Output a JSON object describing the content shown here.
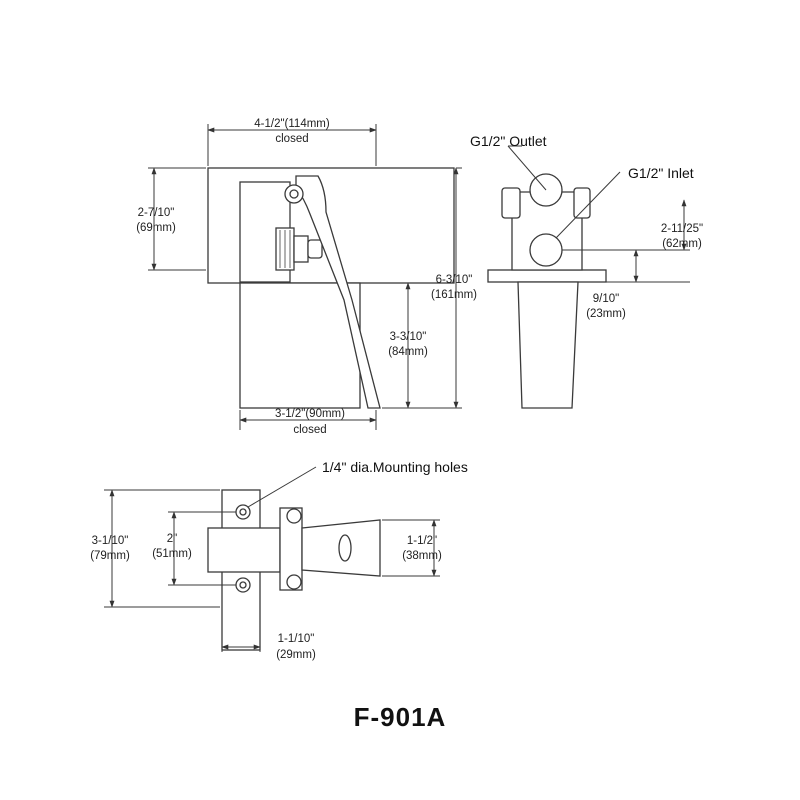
{
  "model": "F-901A",
  "callouts": {
    "outlet": "G1/2\" Outlet",
    "inlet": "G1/2\" Inlet",
    "mounting_holes": "1/4\" dia.Mounting holes"
  },
  "dimensions": {
    "open_width": {
      "imperial": "4-1/2\"(114mm)",
      "note": "closed"
    },
    "body_height": {
      "imperial": "2-7/10\"",
      "metric": "(69mm)"
    },
    "total_height": {
      "imperial": "6-3/10\"",
      "metric": "(161mm)"
    },
    "pedal_height": {
      "imperial": "3-3/10\"",
      "metric": "(84mm)"
    },
    "base_width": {
      "imperial": "3-1/2\"(90mm)",
      "note": "closed"
    },
    "inlet_height": {
      "imperial": "2-11/25\"",
      "metric": "(62mm)"
    },
    "flange_offset": {
      "imperial": "9/10\"",
      "metric": "(23mm)"
    },
    "plate_height": {
      "imperial": "3-1/10\"",
      "metric": "(79mm)"
    },
    "hole_spacing": {
      "imperial": "2\"",
      "metric": "(51mm)"
    },
    "pedal_width": {
      "imperial": "1-1/2\"",
      "metric": "(38mm)"
    },
    "plate_width": {
      "imperial": "1-1/10\"",
      "metric": "(29mm)"
    }
  }
}
